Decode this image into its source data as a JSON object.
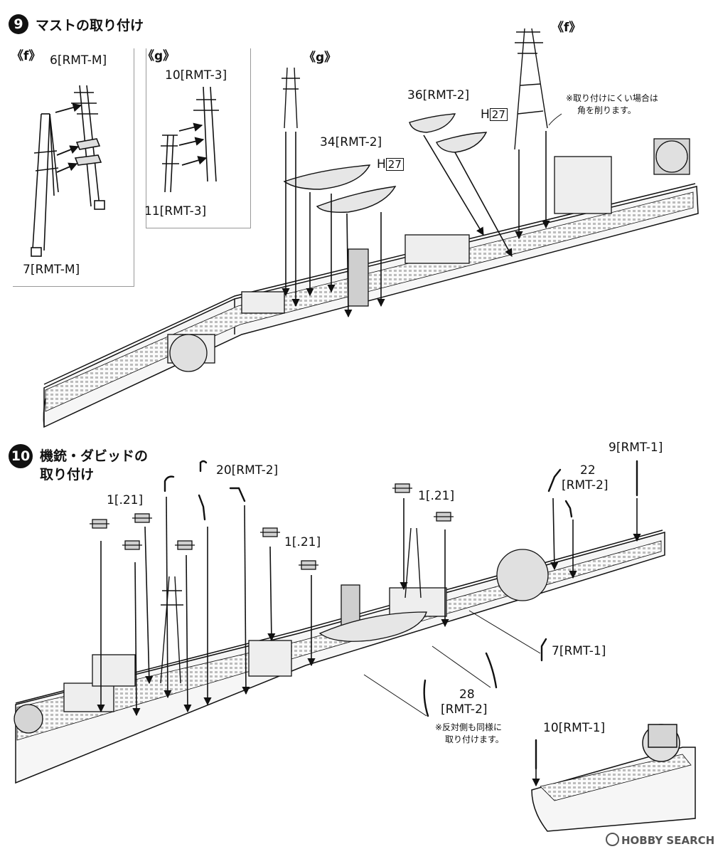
{
  "step9": {
    "number": "9",
    "title": "マストの取り付け",
    "box_f": {
      "tag": "《f》",
      "part_top": "6[RMT-M]",
      "part_bottom": "7[RMT-M]"
    },
    "box_g": {
      "tag": "《g》",
      "part_top": "10[RMT-3]",
      "part_bottom": "11[RMT-3]"
    },
    "tag_g": "《g》",
    "tag_f": "《f》",
    "boat_front": "34[RMT-2]",
    "boat_back": "36[RMT-2]",
    "h_letter": "H",
    "h_number": "27",
    "note": [
      "※取り付けにくい場合は",
      "角を削ります。"
    ]
  },
  "step10": {
    "number": "10",
    "title_lines": [
      "機銃・ダビッドの",
      "取り付け"
    ],
    "labels": {
      "p9": "9[RMT-1]",
      "p20": "20[RMT-2]",
      "p22": [
        "22",
        "[RMT-2]"
      ],
      "p1_a": "1[.21]",
      "p1_b": "1[.21]",
      "p1_c": "1[.21]",
      "p7": "7[RMT-1]",
      "p28": [
        "28",
        "[RMT-2]"
      ],
      "p10": "10[RMT-1]"
    },
    "note": [
      "※反対側も同様に",
      "取り付けます。"
    ]
  },
  "watermark": "HOBBY SEARCH",
  "colors": {
    "line": "#111111",
    "hull": "#f4f4f4",
    "shade": "#bdbdbd",
    "deck": "#d9d9d9"
  },
  "icons": [
    "arrow-icon",
    "mast-icon",
    "boat-icon",
    "gun-icon",
    "davit-icon",
    "ship-hull-icon"
  ]
}
